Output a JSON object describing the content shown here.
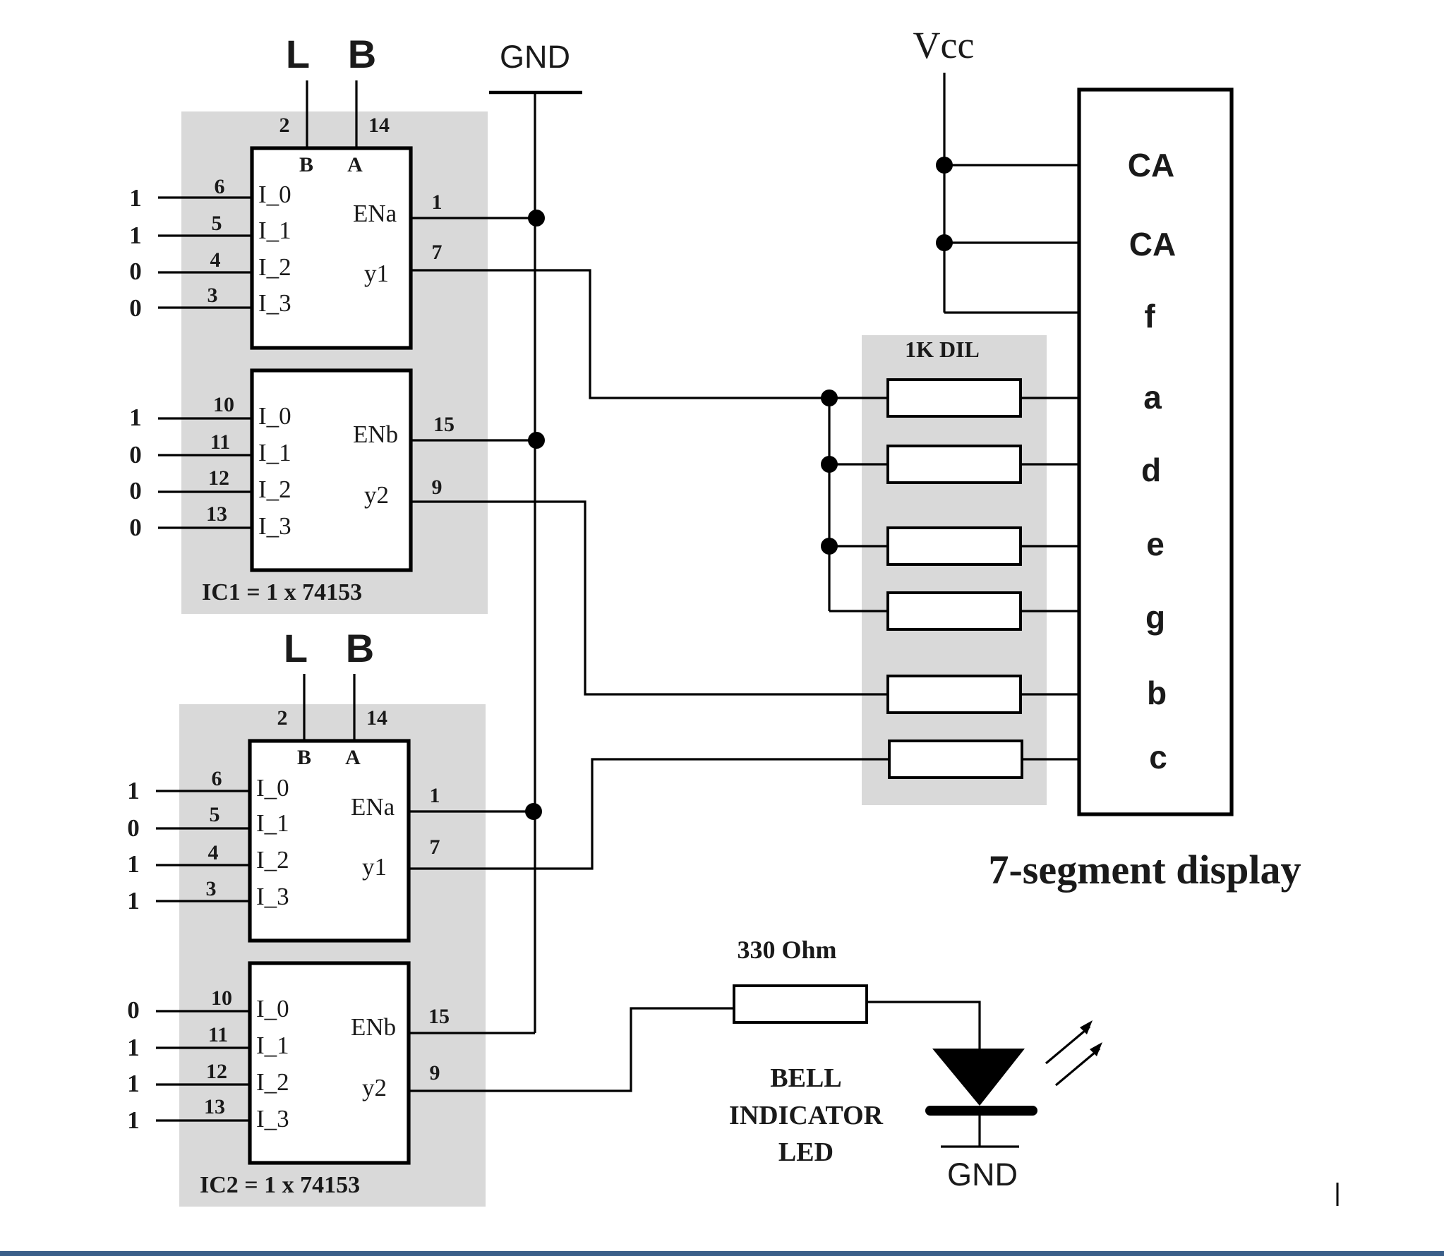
{
  "top_labels": {
    "L": "L",
    "B": "B"
  },
  "gnd_label": "GND",
  "vcc_label": "Vcc",
  "ic1": {
    "caption": "IC1 = 1 x 74153",
    "select_pins": [
      "2",
      "14"
    ],
    "select_names": [
      "B",
      "A"
    ],
    "mux_a": {
      "inputs": [
        {
          "level": "1",
          "pin": "6",
          "name": "I_0"
        },
        {
          "level": "1",
          "pin": "5",
          "name": "I_1"
        },
        {
          "level": "0",
          "pin": "4",
          "name": "I_2"
        },
        {
          "level": "0",
          "pin": "3",
          "name": "I_3"
        }
      ],
      "enable_name": "ENa",
      "enable_pin": "1",
      "out_name": "y1",
      "out_pin": "7"
    },
    "mux_b": {
      "inputs": [
        {
          "level": "1",
          "pin": "10",
          "name": "I_0"
        },
        {
          "level": "0",
          "pin": "11",
          "name": "I_1"
        },
        {
          "level": "0",
          "pin": "12",
          "name": "I_2"
        },
        {
          "level": "0",
          "pin": "13",
          "name": "I_3"
        }
      ],
      "enable_name": "ENb",
      "enable_pin": "15",
      "out_name": "y2",
      "out_pin": "9"
    }
  },
  "ic2": {
    "caption": "IC2 = 1 x 74153",
    "select_pins": [
      "2",
      "14"
    ],
    "select_names": [
      "B",
      "A"
    ],
    "mux_a": {
      "inputs": [
        {
          "level": "1",
          "pin": "6",
          "name": "I_0"
        },
        {
          "level": "0",
          "pin": "5",
          "name": "I_1"
        },
        {
          "level": "1",
          "pin": "4",
          "name": "I_2"
        },
        {
          "level": "1",
          "pin": "3",
          "name": "I_3"
        }
      ],
      "enable_name": "ENa",
      "enable_pin": "1",
      "out_name": "y1",
      "out_pin": "7"
    },
    "mux_b": {
      "inputs": [
        {
          "level": "0",
          "pin": "10",
          "name": "I_0"
        },
        {
          "level": "1",
          "pin": "11",
          "name": "I_1"
        },
        {
          "level": "1",
          "pin": "12",
          "name": "I_2"
        },
        {
          "level": "1",
          "pin": "13",
          "name": "I_3"
        }
      ],
      "enable_name": "ENb",
      "enable_pin": "15",
      "out_name": "y2",
      "out_pin": "9"
    }
  },
  "resistor_pack_label": "1K DIL",
  "display": {
    "pins": [
      "CA",
      "CA",
      "f",
      "a",
      "d",
      "e",
      "g",
      "b",
      "c"
    ],
    "caption": "7-segment display"
  },
  "led": {
    "resistor_label": "330 Ohm",
    "label_lines": [
      "BELL",
      "INDICATOR",
      "LED"
    ],
    "gnd_label": "GND"
  }
}
